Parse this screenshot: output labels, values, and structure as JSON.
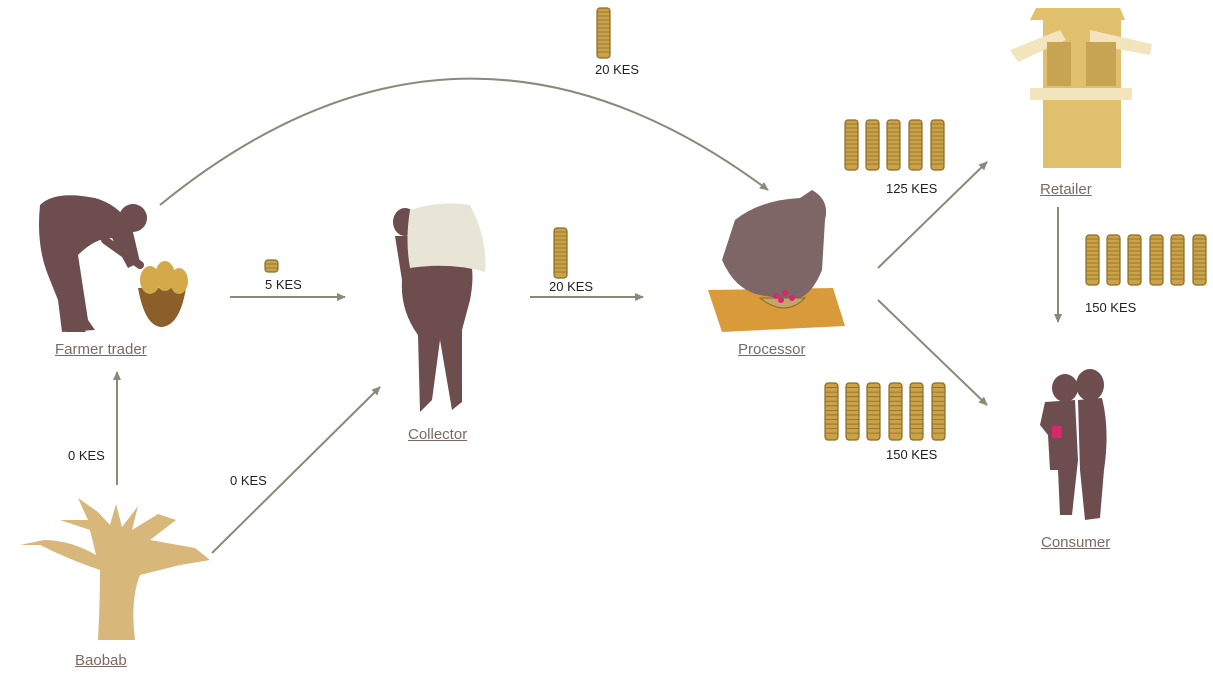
{
  "colors": {
    "figure": "#6e4d4f",
    "figure_light": "#7e6666",
    "coin": "#c9a24a",
    "coin_edge": "#8d6b21",
    "arrow": "#8a8a78",
    "tree": "#d8b77a",
    "mat": "#d99a3a",
    "bowl": "#c2a56a",
    "produce": "#d4a94a",
    "sack": "#e8e4d6",
    "stall": "#e0bf6d",
    "stall_roof": "#f2e4bc",
    "fruit": "#d6286a"
  },
  "nodes": {
    "farmer": "Farmer trader",
    "collector": "Collector",
    "processor": "Processor",
    "retailer": "Retailer",
    "consumer": "Consumer",
    "baobab": "Baobab"
  },
  "prices": {
    "baobab_to_farmer": "0 KES",
    "baobab_to_collector": "0 KES",
    "farmer_to_collector": "5 KES",
    "collector_to_processor": "20 KES",
    "farmer_to_processor": "20 KES",
    "processor_to_retailer": "125 KES",
    "retailer_to_consumer": "150 KES",
    "processor_to_consumer": "150 KES"
  },
  "icons": [
    "farmer-figure",
    "collector-figure",
    "processor-figure",
    "retail-stall",
    "consumer-figures",
    "baobab-tree",
    "coin-stack"
  ]
}
